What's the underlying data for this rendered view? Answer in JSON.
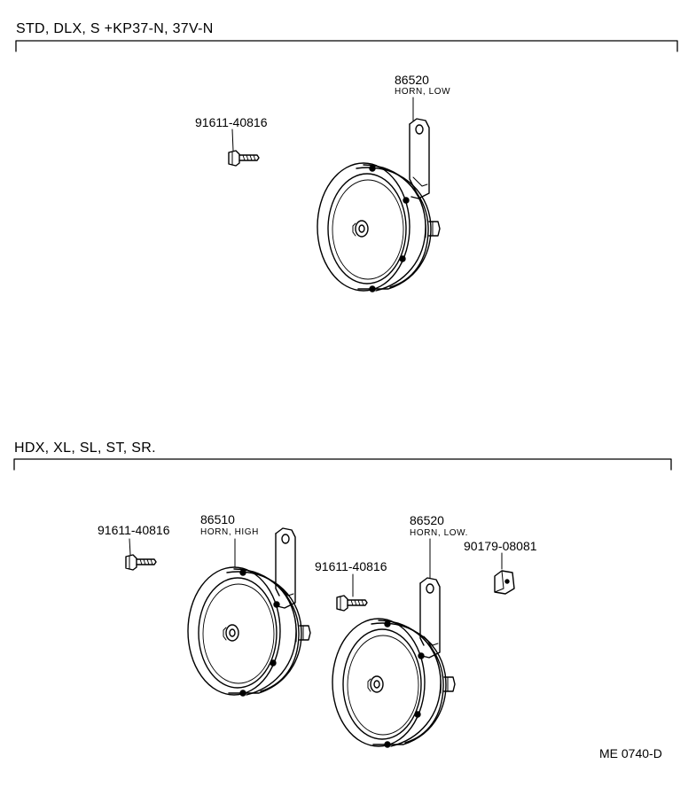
{
  "sections": [
    {
      "header": "STD, DLX, S  +KP37-N, 37V-N",
      "parts": [
        {
          "number": "91611-40816",
          "name": ""
        },
        {
          "number": "86520",
          "name": "HORN, LOW"
        }
      ]
    },
    {
      "header": "HDX, XL, SL, ST, SR.",
      "parts": [
        {
          "number": "91611-40816",
          "name": ""
        },
        {
          "number": "86510",
          "name": "HORN, HIGH"
        },
        {
          "number": "91611-40816",
          "name": ""
        },
        {
          "number": "86520",
          "name": "HORN, LOW."
        },
        {
          "number": "90179-08081",
          "name": ""
        }
      ]
    }
  ],
  "drawing_ref": "ME 0740-D"
}
